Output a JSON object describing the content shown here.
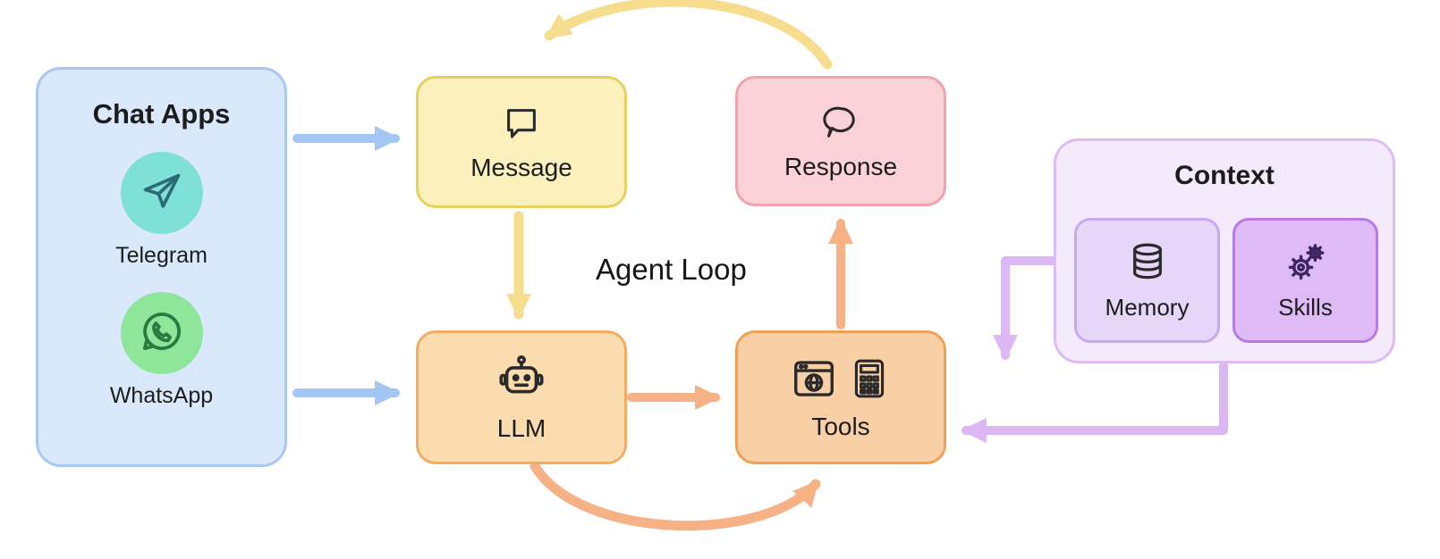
{
  "chat_apps": {
    "title": "Chat Apps",
    "telegram_label": "Telegram",
    "whatsapp_label": "WhatsApp"
  },
  "nodes": {
    "message": "Message",
    "response": "Response",
    "llm": "LLM",
    "tools": "Tools"
  },
  "center_label": "Agent Loop",
  "context": {
    "title": "Context",
    "memory_label": "Memory",
    "skills_label": "Skills"
  },
  "icons": {
    "telegram": "paper-plane-icon",
    "whatsapp": "whatsapp-phone-icon",
    "message": "square-speech-bubble-icon",
    "response": "round-speech-bubble-icon",
    "llm": "robot-icon",
    "tools": "browser-and-calculator-icons",
    "memory": "database-icon",
    "skills": "gears-icon"
  },
  "palette": {
    "chat_apps_fill": "#d9e8fb",
    "chat_apps_border": "#a9c7f2",
    "message_fill": "#fcf0bc",
    "message_border": "#e7d05e",
    "response_fill": "#fbd2d7",
    "response_border": "#f0a3ad",
    "llm_fill": "#fbdcae",
    "llm_border": "#f3ad62",
    "tools_fill": "#f9d0a6",
    "tools_border": "#efa057",
    "context_fill": "#f5e9fc",
    "context_border": "#dcbcf2",
    "memory_fill": "#e6d6f8",
    "skills_fill": "#debbf6",
    "arrow_blue": "#a4c6f4",
    "arrow_yellow": "#f6dd8e",
    "arrow_orange": "#f6b285",
    "arrow_purple": "#ddb6f4",
    "telegram_circle": "#7ee0d6",
    "whatsapp_circle": "#8ee69a"
  }
}
